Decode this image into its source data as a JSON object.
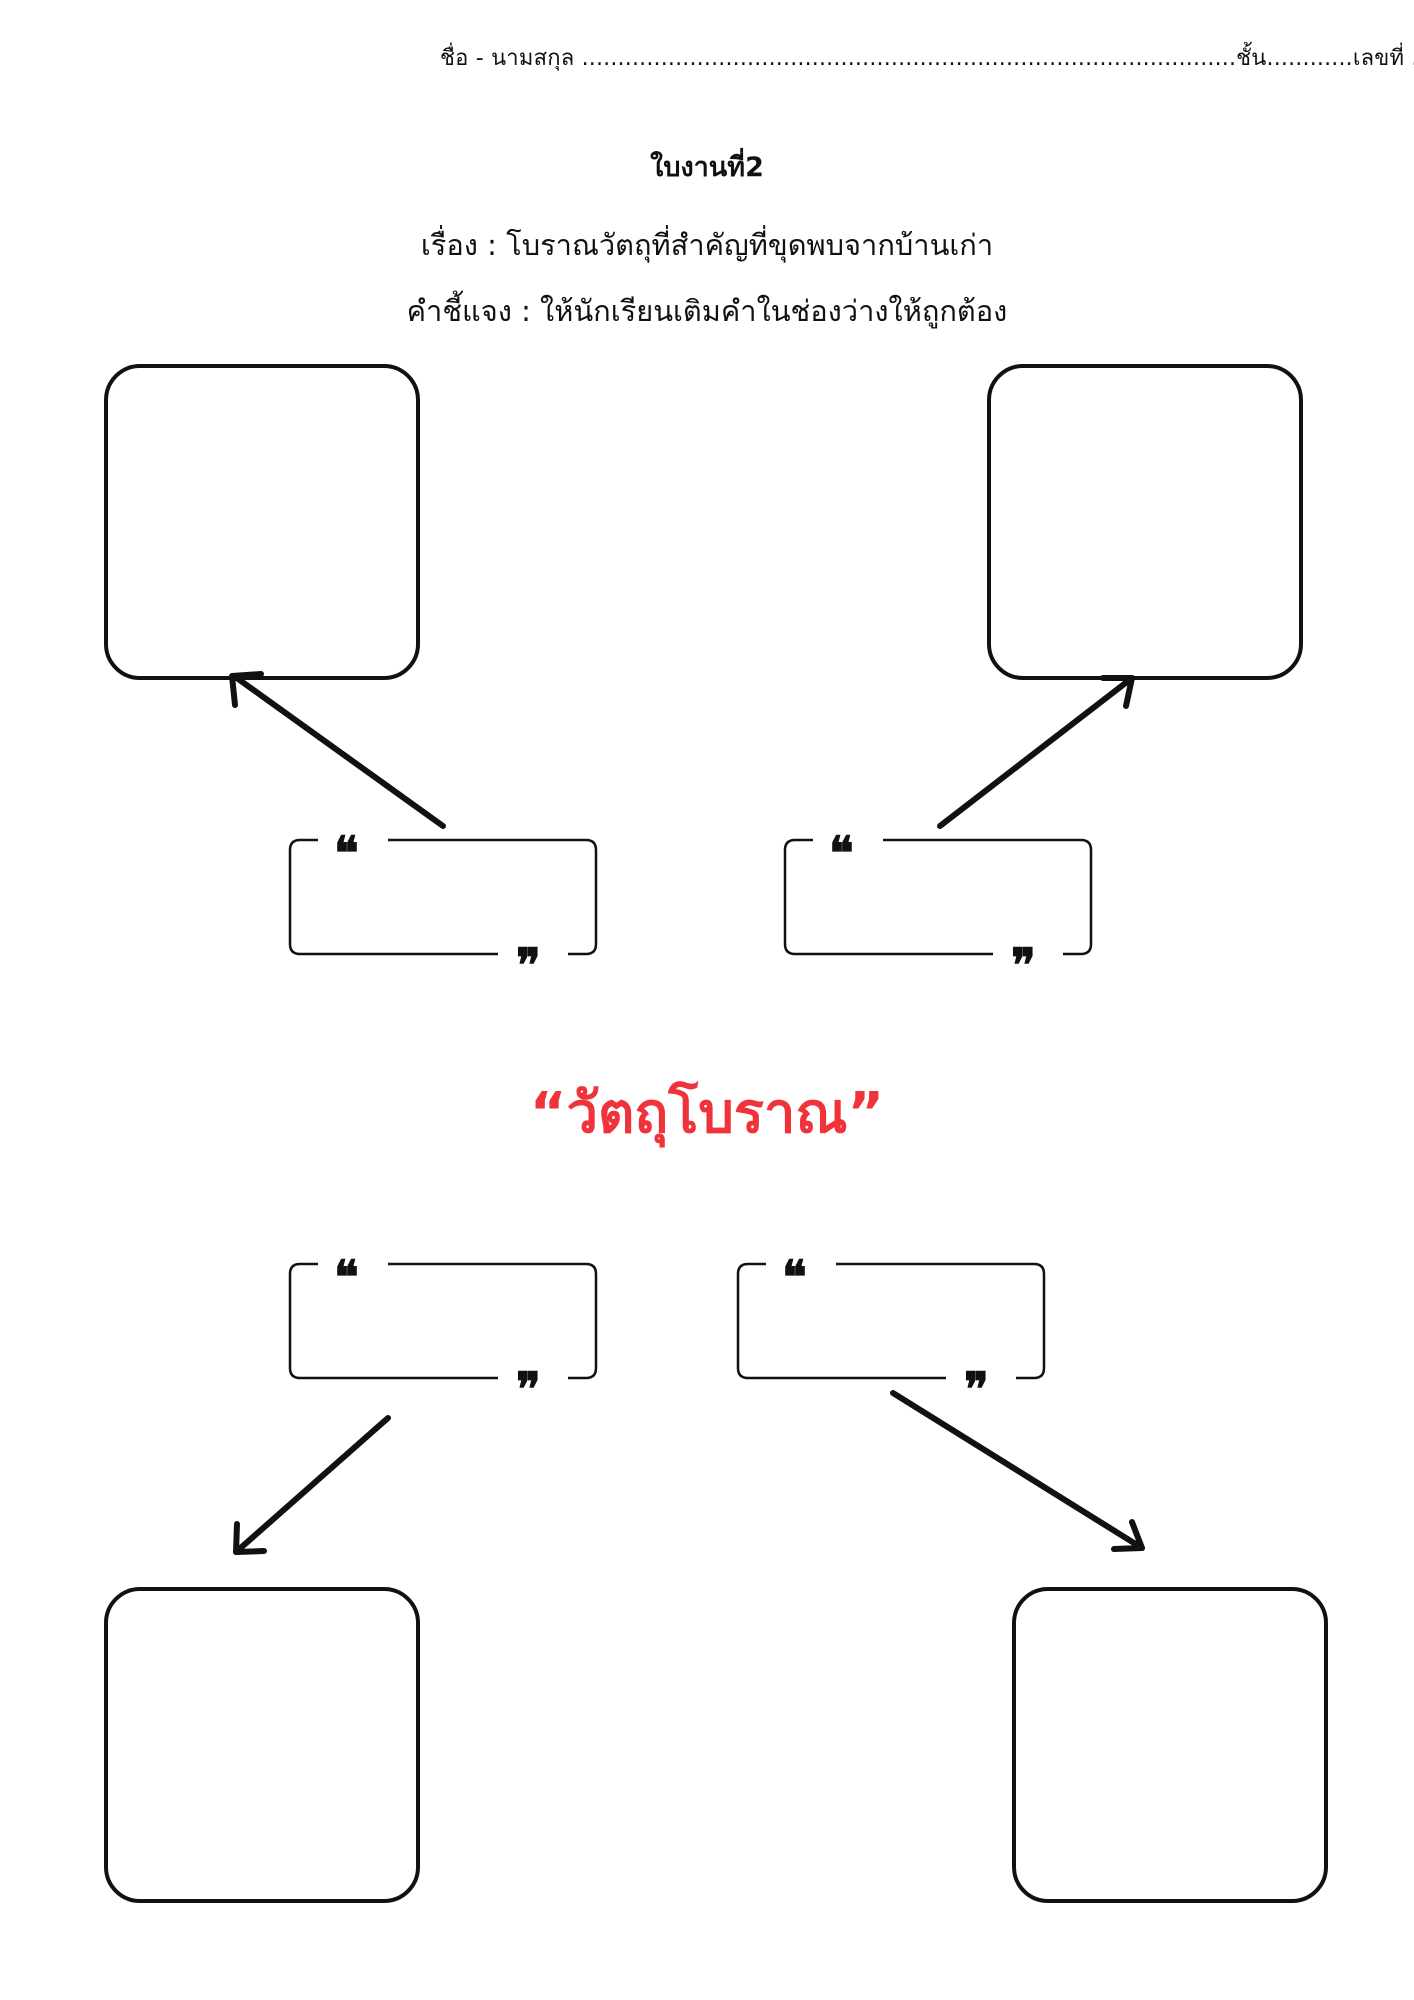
{
  "header": {
    "name_line": "ชื่อ - นามสกุล ...........................................................................................ชั้น............เลขที่ ........."
  },
  "worksheet": {
    "title": "ใบงานที่2",
    "subject": "เรื่อง : โบราณวัตถุที่สำคัญที่ขุดพบจากบ้านเก่า",
    "instruction": "คำชี้แจง : ให้นักเรียนเติมคำในช่องว่างให้ถูกต้อง"
  },
  "center": {
    "word": "“วัตถุโบราณ”",
    "color": "#f0333a"
  },
  "quote_marks": {
    "open": "❝",
    "close": "❞"
  }
}
